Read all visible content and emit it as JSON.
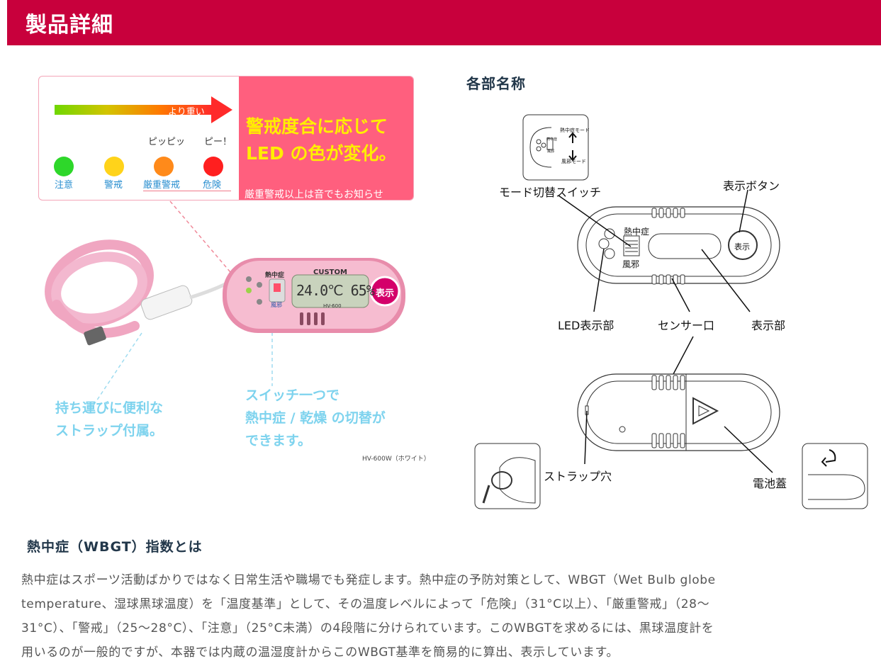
{
  "header": {
    "title": "製品詳細"
  },
  "legend": {
    "arrow_label": "より重い",
    "beep_short": "ピッピッ",
    "beep_long": "ピー！",
    "levels": [
      {
        "label": "注意",
        "color": "#2ed72a"
      },
      {
        "label": "警戒",
        "color": "#ffd31a"
      },
      {
        "label": "厳重警戒",
        "color": "#ff8a1a"
      },
      {
        "label": "危険",
        "color": "#ff1f1f"
      }
    ],
    "headline_line1": "警戒度合に応じて",
    "headline_line2": "LED の色が変化。",
    "note": "厳重警戒以上は音でもお知らせ"
  },
  "device": {
    "brand": "CUSTOM",
    "model": "HV-600",
    "switch_top": "熱中症",
    "switch_bottom": "風邪",
    "lcd_text": "24.0℃ 65%",
    "display_button": "表示"
  },
  "callouts": {
    "strap_line1": "持ち運びに便利な",
    "strap_line2": "ストラップ付属。",
    "switch_line1": "スイッチ一つで",
    "switch_line2": "熱中症 / 乾燥 の切替が",
    "switch_line3": "できます。",
    "caption": "HV-600W（ホワイト）"
  },
  "parts": {
    "title": "各部名称",
    "mode_switch": "モード切替スイッチ",
    "display_button": "表示ボタン",
    "led_display": "LED表示部",
    "sensor": "センサー口",
    "display_area": "表示部",
    "strap_hole": "ストラップ穴",
    "battery_cover": "電池蓋",
    "mini_heat_mode": "熱中症モード",
    "mini_cold_mode": "風邪モード",
    "mini_heat": "熱中症",
    "mini_cold": "風邪",
    "front_heat": "熱中症",
    "front_cold": "風邪",
    "front_button": "表示"
  },
  "wbgt": {
    "title": "熱中症（WBGT）指数とは",
    "body_lines": [
      "熱中症はスポーツ活動ばかりではなく日常生活や職場でも発症します。熱中症の予防対策として、WBGT（Wet Bulb globe",
      "temperature、湿球黒球温度）を「温度基準」として、その温度レベルによって「危険」（31°C以上）、「厳重警戒」（28～",
      "31°C）、「警戒」（25～28°C）、「注意」（25°C未満）の4段階に分けられています。このWBGTを求めるには、黒球温度計を",
      "用いるのが一般的ですが、本器では内蔵の温湿度計からこのWBGT基準を簡易的に算出、表示しています。"
    ]
  }
}
